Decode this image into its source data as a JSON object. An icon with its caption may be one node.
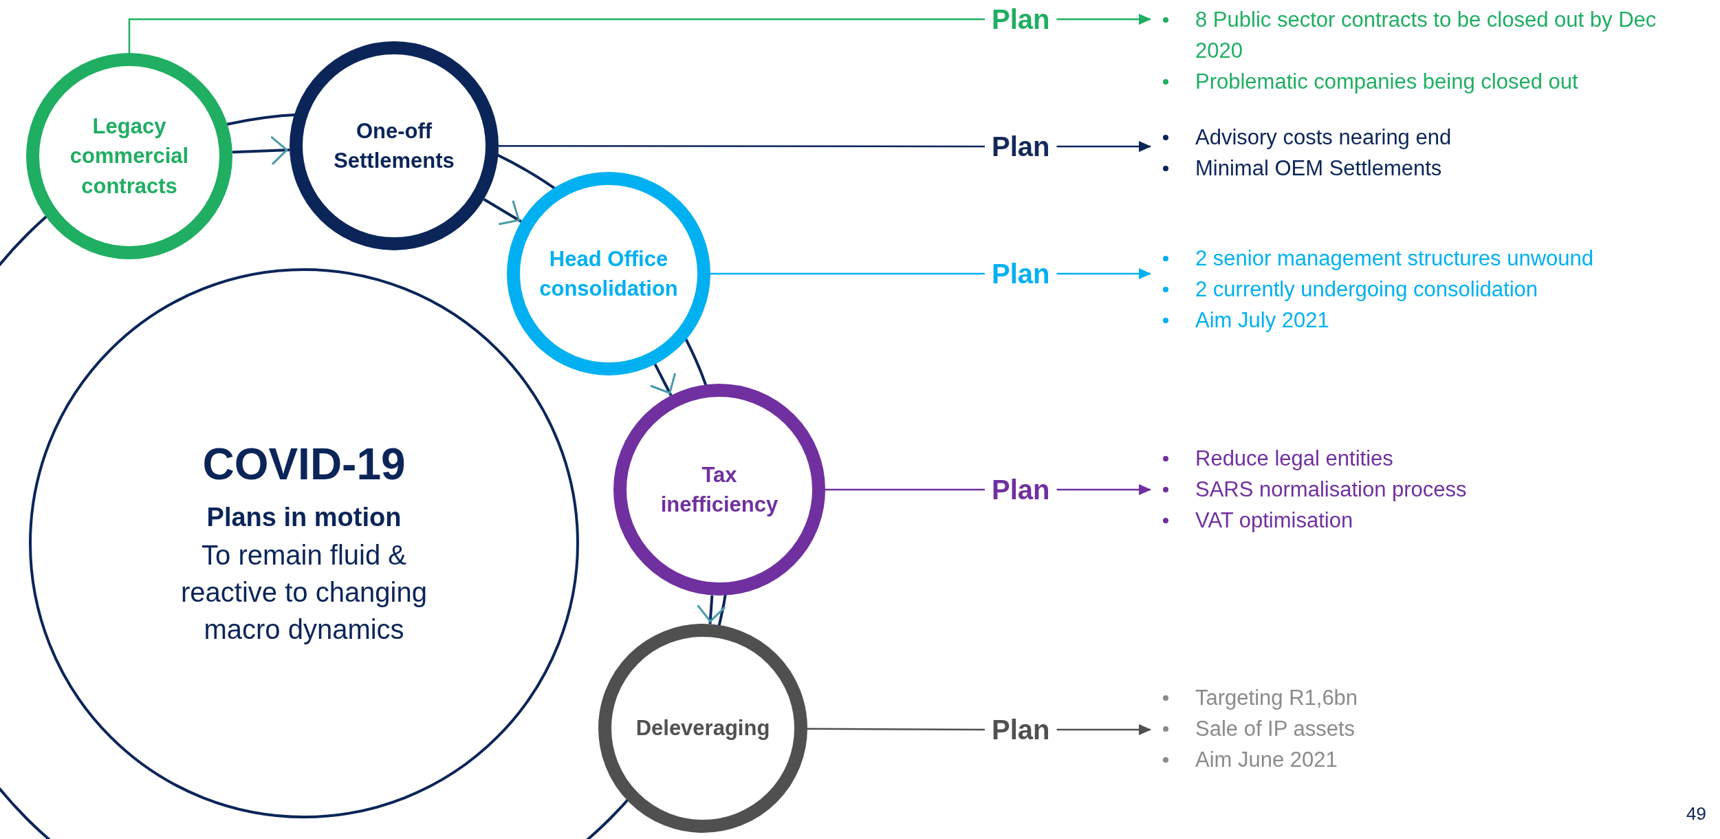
{
  "diagram": {
    "nodes": [
      {
        "text": [
          "Legacy commercial contracts"
        ]
      },
      {
        "text": [
          "One-off Settlements"
        ]
      },
      {
        "text": [
          "Head Office consolidation"
        ]
      },
      {
        "text": [
          "Tax inefficiency"
        ]
      },
      {
        "text": [
          "Deleveraging"
        ]
      },
      {
        "text": [
          "COVID-19",
          "Plans in motion",
          "To remain fluid & reactive to changing macro dynamics"
        ]
      },
      {
        "text": [
          "Plan"
        ]
      },
      {
        "text": [
          "8 Public sector contracts to be closed out by Dec 2020",
          "Problematic companies being closed out"
        ]
      },
      {
        "text": [
          "Plan"
        ]
      },
      {
        "text": [
          "Advisory costs nearing end",
          "Minimal OEM Settlements"
        ]
      },
      {
        "text": [
          "Plan"
        ]
      },
      {
        "text": [
          "2 senior management structures unwound",
          "2 currently undergoing consolidation",
          "Aim July 2021"
        ]
      },
      {
        "text": [
          "Plan"
        ]
      },
      {
        "text": [
          "Reduce legal entities",
          "SARS normalisation process",
          "VAT optimisation"
        ]
      },
      {
        "text": [
          "Plan"
        ]
      },
      {
        "text": [
          "Targeting R1,6bn",
          "Sale of IP assets",
          "Aim June 2021"
        ]
      }
    ],
    "edges": [
      {
        "from": 0,
        "to": 1,
        "arrow": "to"
      },
      {
        "from": 1,
        "to": 2,
        "arrow": "to"
      },
      {
        "from": 2,
        "to": 3,
        "arrow": "to"
      },
      {
        "from": 3,
        "to": 4,
        "arrow": "to"
      },
      {
        "from": 0,
        "to": 6,
        "arrow": "none",
        "color": "#1fae62"
      },
      {
        "from": 6,
        "to": 7,
        "arrow": "to",
        "color": "#1fae62"
      },
      {
        "from": 1,
        "to": 8,
        "arrow": "none"
      },
      {
        "from": 8,
        "to": 9,
        "arrow": "to"
      },
      {
        "from": 2,
        "to": 10,
        "arrow": "none",
        "color": "#00b0f0"
      },
      {
        "from": 10,
        "to": 11,
        "arrow": "to",
        "color": "#00b0f0"
      },
      {
        "from": 3,
        "to": 12,
        "arrow": "none",
        "color": "#7030a0"
      },
      {
        "from": 12,
        "to": 13,
        "arrow": "to",
        "color": "#7030a0"
      },
      {
        "from": 4,
        "to": 14,
        "arrow": "none",
        "color": "#505050"
      },
      {
        "from": 14,
        "to": 15,
        "arrow": "to",
        "color": "#505050"
      }
    ],
    "labels": [
      "49"
    ]
  }
}
